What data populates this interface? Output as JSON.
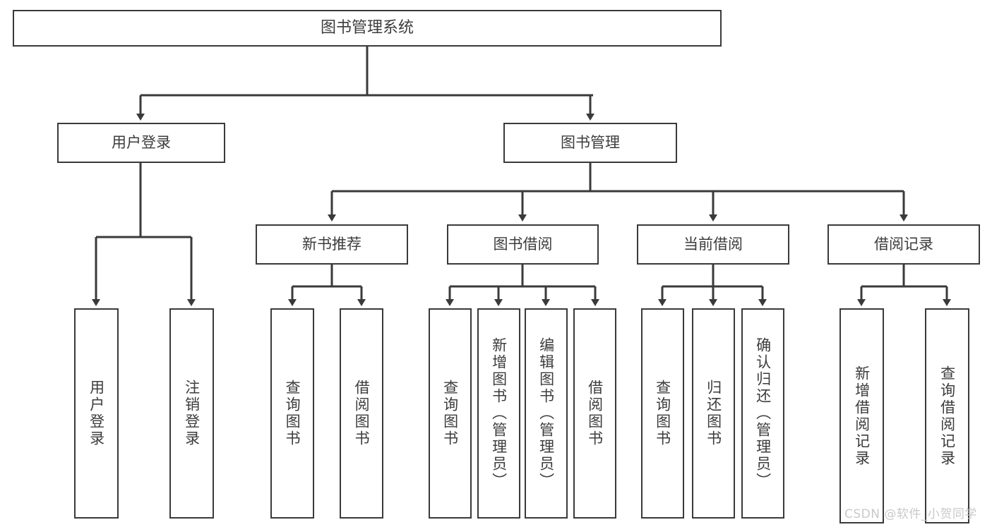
{
  "diagram": {
    "type": "tree",
    "title": "图书管理系统",
    "orientation": "top-down",
    "edge_color": "#3a3a3a",
    "node_border_color": "#3a3a3a",
    "node_fill_color": "#ffffff",
    "text_color": "#3c3c3c"
  },
  "nodes": {
    "root": {
      "label": "图书管理系统",
      "level": 0
    },
    "level1": [
      {
        "id": "user_login",
        "label": "用户登录"
      },
      {
        "id": "book_manage",
        "label": "图书管理"
      }
    ],
    "level2": [
      {
        "id": "new_book_rec",
        "label": "新书推荐",
        "parent": "book_manage"
      },
      {
        "id": "book_borrow",
        "label": "图书借阅",
        "parent": "book_manage"
      },
      {
        "id": "current_borrow",
        "label": "当前借阅",
        "parent": "book_manage"
      },
      {
        "id": "borrow_record",
        "label": "借阅记录",
        "parent": "book_manage"
      }
    ],
    "leaves": [
      {
        "id": "leaf_user_login",
        "label": "用户登录",
        "parent": "user_login"
      },
      {
        "id": "leaf_user_logout",
        "label": "注销登录",
        "parent": "user_login"
      },
      {
        "id": "leaf_query_book_1",
        "label": "查询图书",
        "parent": "new_book_rec"
      },
      {
        "id": "leaf_borrow_book_1",
        "label": "借阅图书",
        "parent": "new_book_rec"
      },
      {
        "id": "leaf_query_book_2",
        "label": "查询图书",
        "parent": "book_borrow"
      },
      {
        "id": "leaf_add_book",
        "label": "新增图书（管理员）",
        "parent": "book_borrow"
      },
      {
        "id": "leaf_edit_book",
        "label": "编辑图书（管理员）",
        "parent": "book_borrow"
      },
      {
        "id": "leaf_borrow_book_2",
        "label": "借阅图书",
        "parent": "book_borrow"
      },
      {
        "id": "leaf_query_book_3",
        "label": "查询图书",
        "parent": "current_borrow"
      },
      {
        "id": "leaf_return_book",
        "label": "归还图书",
        "parent": "current_borrow"
      },
      {
        "id": "leaf_confirm_return",
        "label": "确认归还（管理员）",
        "parent": "current_borrow"
      },
      {
        "id": "leaf_add_record",
        "label": "新增借阅记录",
        "parent": "borrow_record"
      },
      {
        "id": "leaf_query_record",
        "label": "查询借阅记录",
        "parent": "borrow_record"
      }
    ]
  },
  "watermark": {
    "text": "CSDN @软件_小贺同学"
  }
}
